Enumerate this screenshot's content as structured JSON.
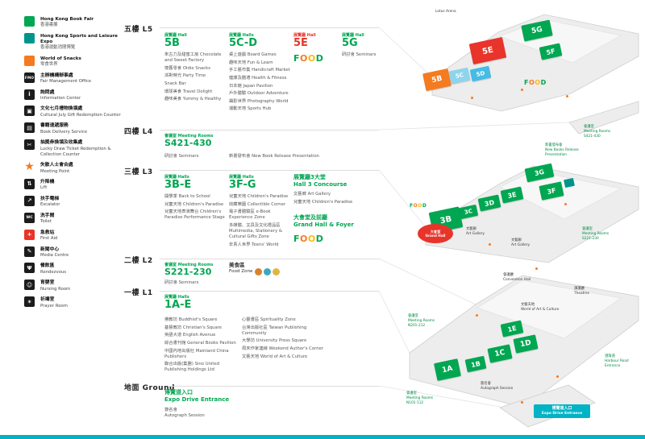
{
  "colors": {
    "book_fair_green": "#00a651",
    "sports_expo_teal": "#00958b",
    "world_of_snacks_orange": "#f47b20",
    "food_red": "#e8342a",
    "hall_5d_cyan": "#45bce5",
    "hall_5c_cyan": "#8ed4ec",
    "footer_teal": "#00b3c5",
    "meeting_point_orange": "#f47b20",
    "first_aid_red": "#e8342a"
  },
  "food_logo": {
    "f": "F",
    "o1": "O",
    "o2": "O",
    "d": "D"
  },
  "legend": {
    "swatches": [
      {
        "en": "Hong Kong Book Fair",
        "zh": "香港書展",
        "color": "#00a651"
      },
      {
        "en": "Hong Kong Sports and Leisure Expo",
        "zh": "香港運動消閒博覽",
        "color": "#00958b"
      },
      {
        "en": "World of Snacks",
        "zh": "零食世界",
        "color": "#f47b20"
      }
    ],
    "facilities": [
      {
        "glyph": "FMO",
        "zh": "主辦機構辦事處",
        "en": "Fair Management Office"
      },
      {
        "glyph": "i",
        "zh": "詢問處",
        "en": "Information Center"
      },
      {
        "glyph": "▣",
        "zh": "文化七月禮物換領處",
        "en": "Cultural July Gift Redemption Counter"
      },
      {
        "glyph": "▤",
        "zh": "書籍速遞服務",
        "en": "Book Delivery Service"
      },
      {
        "glyph": "✂",
        "zh": "抽獎券換領及收集處",
        "en": "Lucky Draw Ticket Redemption & Collection Counter"
      },
      {
        "glyph": "★",
        "zh": "失散人士會合處",
        "en": "Meeting Point"
      },
      {
        "glyph": "⇅",
        "zh": "升降機",
        "en": "Lift"
      },
      {
        "glyph": "↗",
        "zh": "扶手電梯",
        "en": "Escalator"
      },
      {
        "glyph": "WC",
        "zh": "洗手間",
        "en": "Toilet"
      },
      {
        "glyph": "+",
        "zh": "急救站",
        "en": "First Aid"
      },
      {
        "glyph": "✎",
        "zh": "新聞中心",
        "en": "Media Centre"
      },
      {
        "glyph": "Ψ",
        "zh": "餐飲區",
        "en": "Rendezvous"
      },
      {
        "glyph": "☺",
        "zh": "育嬰室",
        "en": "Nursing Room"
      },
      {
        "glyph": "✶",
        "zh": "祈禱室",
        "en": "Prayer Room"
      }
    ]
  },
  "floors": {
    "l5": {
      "zh": "五樓",
      "en": "L5",
      "hall5b": {
        "head_zh": "展覽廳",
        "head_en": "Hall",
        "code": "5B",
        "items": [
          "朱古力及甜蜜工房 Chocolate and Sweet Factory",
          "懷舊零食 Oldie Snacks",
          "派對時光 Party Time",
          "Snack Bar",
          "環球美食 Travel Delight",
          "趣味美食 Yummy & Healthy"
        ]
      },
      "hall5cd": {
        "head_zh": "展覽廳",
        "head_en": "Halls",
        "code": "5C-D",
        "items": [
          "桌上遊戲 Board Games",
          "趣味天地 Fun & Learn",
          "手工藝市集 Handicraft Market",
          "健康及體適 Health & Fitness",
          "日本館 Japan Pavilion",
          "戶外體驗 Outdoor Adventure",
          "攝影世界 Photography World",
          "運動天地 Sports Hub"
        ]
      },
      "hall5e": {
        "head_zh": "展覽廳",
        "head_en": "Hall",
        "code": "5E"
      },
      "hall5g": {
        "head_zh": "展覽廳",
        "head_en": "Hall",
        "code": "5G",
        "items": [
          "研討會 Seminars"
        ]
      }
    },
    "l4": {
      "zh": "四樓",
      "en": "L4",
      "rooms": {
        "head_zh": "會議室",
        "head_en": "Meeting Rooms",
        "code": "S421-430",
        "items": [
          "研討會 Seminars",
          "新書發布會 New Book Release Presentation"
        ]
      }
    },
    "l3": {
      "zh": "三樓",
      "en": "L3",
      "hall3be": {
        "head_zh": "展覽廳",
        "head_en": "Halls",
        "code": "3B-E",
        "items": [
          "開學季 Back to School",
          "兒童天地 Children's Paradise",
          "兒童天地表演舞台 Children's Paradise Performance Stage"
        ]
      },
      "hall3fg": {
        "head_zh": "展覽廳",
        "head_en": "Halls",
        "code": "3F-G",
        "items": [
          "兒童天地 Children's Paradise",
          "收藏樂園 Collectible Corner",
          "電子書體驗區 e-Book Experience Zone",
          "多媒體、文具及文化禮品區 Multimedia, Stationery & Cultural Gifts Zone",
          "年青人世界 Teens' World"
        ]
      },
      "concourse": {
        "head_zh": "展覽廳3大堂",
        "head_en": "Hall 3 Concourse",
        "items": [
          "文藝廊 Art Gallery",
          "兒童天地 Children's Paradise"
        ]
      },
      "grand_hall": {
        "zh": "大會堂及前廳",
        "en": "Grand Hall & Foyer"
      }
    },
    "l2": {
      "zh": "二樓",
      "en": "L2",
      "rooms": {
        "head_zh": "會議室",
        "head_en": "Meeting Rooms",
        "code": "S221-230",
        "items": [
          "研討會 Seminars"
        ]
      },
      "food_zone": {
        "zh": "美食區",
        "en": "Food Zone"
      }
    },
    "l1": {
      "zh": "一樓",
      "en": "L1",
      "halls": {
        "head_zh": "展覽廳",
        "head_en": "Halls",
        "code": "1A-E",
        "col1": [
          "佛教坊 Buddhist's Square",
          "基督教坊 Christian's Square",
          "英語大道 English Avenue",
          "綜合書刊館 General Books Pavilion",
          "中國內地出版社 Mainland China Publishers",
          "聯合出版(集團) Sino United Publishing Holdings Ltd"
        ],
        "col2": [
          "心靈書區 Spirituality Zone",
          "台灣出版社區 Taiwan Publishing Community",
          "大學坊 University Press Square",
          "周末作家連線 Weekend Author's Corner",
          "文藝天地 World of Art & Culture"
        ]
      }
    },
    "ground": {
      "zh": "地面",
      "en": "Ground",
      "entrance": {
        "zh": "博覽道入口",
        "en": "Expo Drive Entrance"
      },
      "autograph": {
        "zh": "簽名會",
        "en": "Autograph Session"
      }
    }
  },
  "map": {
    "lotus_arena": "Lotus Arena",
    "l5": {
      "g": "5G",
      "f": "5F",
      "e": "5E",
      "d": "5D",
      "c": "5C",
      "b": "5B"
    },
    "l4_rooms": {
      "zh": "會議室",
      "en": "Meeting Rooms",
      "code": "S421-430"
    },
    "new_book": {
      "zh": "新書發布會",
      "en1": "New Books Release",
      "en2": "Presentation"
    },
    "l3": {
      "g": "3G",
      "f": "3F",
      "e": "3E",
      "d": "3D",
      "c": "3C",
      "b": "3B"
    },
    "grand_hall": {
      "zh": "大會堂",
      "en": "Grand Hall"
    },
    "art_gallery": {
      "zh": "文藝廊",
      "en": "Art Gallery"
    },
    "l3_rooms": {
      "zh": "會議室",
      "en": "Meeting Rooms",
      "code": "S221-230"
    },
    "convention_hall": {
      "zh": "會議廳",
      "en": "Convention Hall"
    },
    "theatres": {
      "zh": "演講廳",
      "en": "Theatres"
    },
    "n2_rooms": {
      "zh": "會議室",
      "en": "Meeting Rooms",
      "code": "N201-212"
    },
    "n1_rooms": {
      "zh": "會議室",
      "en": "Meeting Rooms",
      "code": "N101-112"
    },
    "l1": {
      "e": "1E",
      "d": "1D",
      "c": "1C",
      "b": "1B",
      "a": "1A"
    },
    "world_art": {
      "zh": "文藝天地",
      "en": "World of Art & Culture"
    },
    "autograph": {
      "zh": "簽名會",
      "en": "Autograph Session"
    },
    "harbour": {
      "zh": "港灣道",
      "en1": "Harbour Road",
      "en2": "Entrance"
    },
    "expo": {
      "zh": "博覽道入口",
      "en": "Expo Drive Entrance"
    }
  }
}
